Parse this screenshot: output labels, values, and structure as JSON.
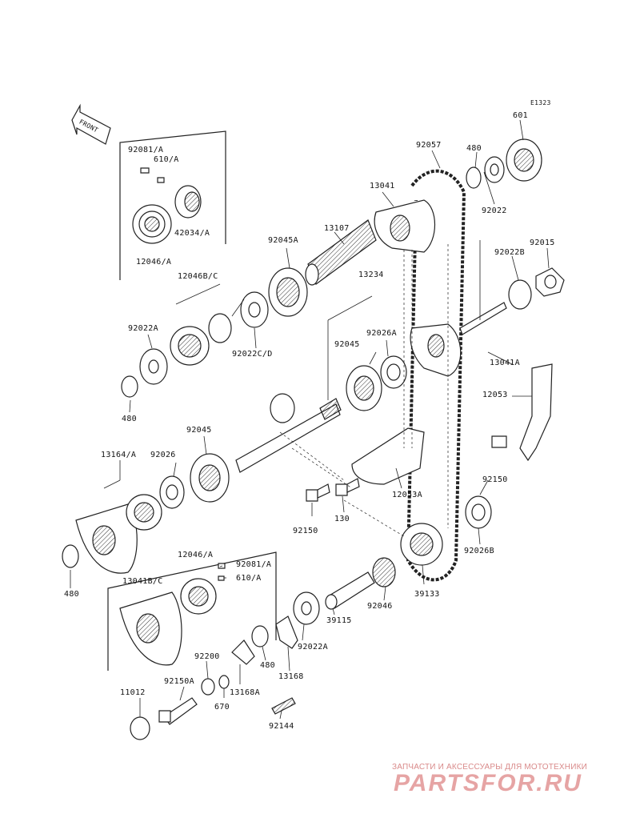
{
  "diagram_code": "E1323",
  "front_label": "FRONT",
  "labels": {
    "p601": "601",
    "p92057": "92057",
    "p480_top": "480",
    "p13041": "13041",
    "p92022_top": "92022",
    "p13107": "13107",
    "p92045A": "92045A",
    "p92022B": "92022B",
    "p92015": "92015",
    "p92081A_top": "92081/A",
    "p610A_top": "610/A",
    "p42034A": "42034/A",
    "p12046A_top": "12046/A",
    "p12046BC": "12046B/C",
    "p13234": "13234",
    "p92022A_left": "92022A",
    "p92022CD": "92022C/D",
    "p92026A": "92026A",
    "p92045_mid": "92045",
    "p13041A": "13041A",
    "p480_left": "480",
    "p12053": "12053",
    "p92045_low": "92045",
    "p13164A": "13164/A",
    "p92026": "92026",
    "p92150_right": "92150",
    "p12053A": "12053A",
    "p92150_mid": "92150",
    "p130": "130",
    "p92026B": "92026B",
    "p480_lower": "480",
    "p12046A_low": "12046/A",
    "p92081A_low": "92081/A",
    "p13041BC": "13041B/C",
    "p610A_low": "610/A",
    "p39133": "39133",
    "p92046": "92046",
    "p39115": "39115",
    "p92022A_low": "92022A",
    "p480_bottom": "480",
    "p13168": "13168",
    "p92200": "92200",
    "p11012": "11012",
    "p92150A": "92150A",
    "p670": "670",
    "p13168A": "13168A",
    "p92144": "92144"
  },
  "watermark": {
    "line1": "ЗАПЧАСТИ И АКСЕССУАРЫ ДЛЯ МОТОТЕХНИКИ",
    "line2": "PARTSFOR.RU"
  }
}
